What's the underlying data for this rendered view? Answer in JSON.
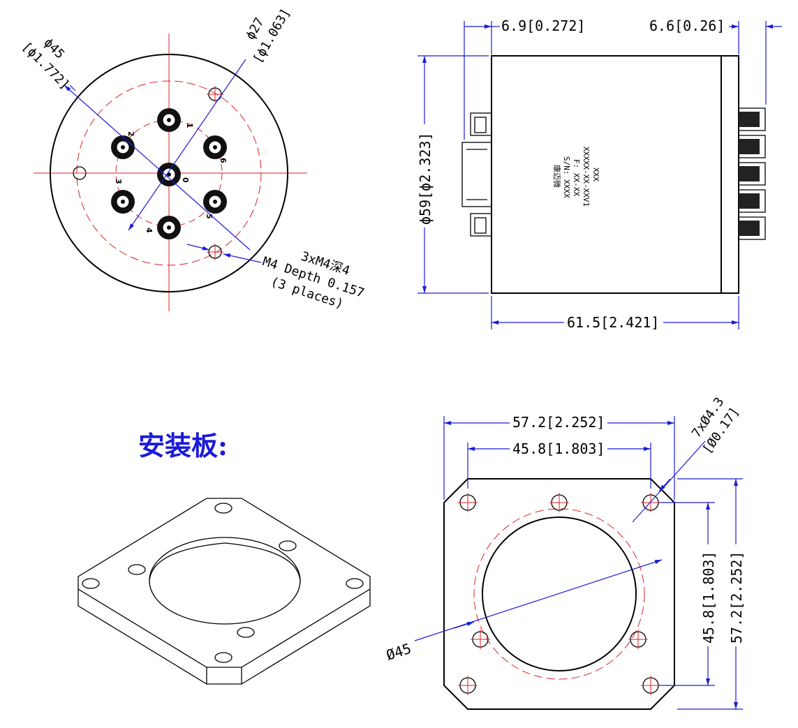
{
  "front_view": {
    "dia_outer_label": "ϕ45",
    "dia_outer_inch": "[ϕ1.772]",
    "dia_bolt_label": "ϕ27",
    "dia_bolt_inch": "[ϕ1.063]",
    "mount_note_cn": "3xM4深4",
    "mount_note_en": "M4 Depth 0.157",
    "mount_note_places": "(3 places)",
    "pins": [
      "0",
      "1",
      "2",
      "3",
      "4",
      "5",
      "6"
    ]
  },
  "side_view": {
    "left_offset": "6.9[0.272]",
    "right_offset": "6.6[0.26]",
    "diameter": "ϕ59[ϕ2.323]",
    "length": "61.5[2.421]",
    "label_lines": [
      "XXX",
      "XXXXX-XX-XXV1",
      "F: XX-XX",
      "S/N: XXXX",
      "康迈微"
    ]
  },
  "mount_plate": {
    "title": "安装板:",
    "outer_width": "57.2[2.252]",
    "hole_spacing": "45.8[1.803]",
    "holes_note": "7xØ4.3",
    "holes_note_inch": "[Ø0.17]",
    "hole_spacing_vertical": "45.8[1.803]",
    "outer_height": "57.2[2.252]",
    "bore": "Ø45"
  },
  "colors": {
    "dimension": "#1a1ad8",
    "centerline": "#e02020",
    "outline": "#000000"
  }
}
